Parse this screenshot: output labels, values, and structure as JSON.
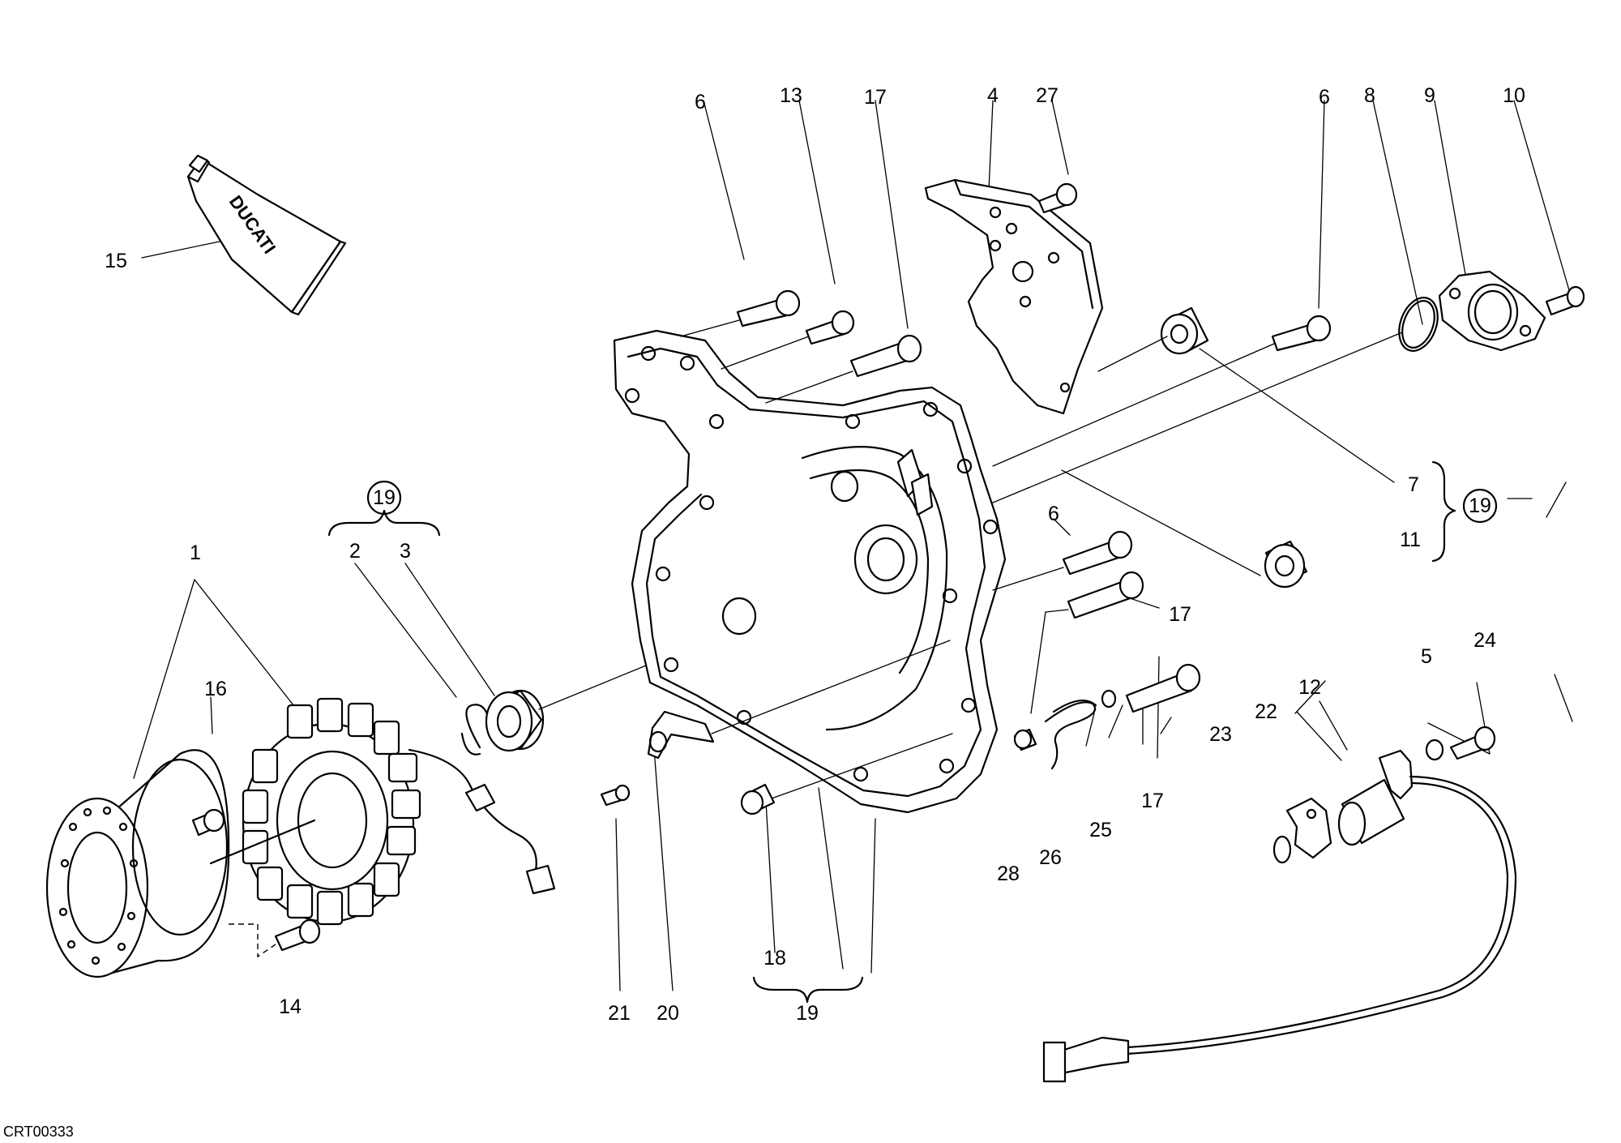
{
  "drawing_code": "CRT00333",
  "logo_text": "DUCATI",
  "callouts": [
    {
      "id": "c1",
      "label": "1"
    },
    {
      "id": "c2",
      "label": "2"
    },
    {
      "id": "c3",
      "label": "3"
    },
    {
      "id": "c4",
      "label": "4"
    },
    {
      "id": "c5",
      "label": "5"
    },
    {
      "id": "c6a",
      "label": "6"
    },
    {
      "id": "c6b",
      "label": "6"
    },
    {
      "id": "c6c",
      "label": "6"
    },
    {
      "id": "c7",
      "label": "7"
    },
    {
      "id": "c8",
      "label": "8"
    },
    {
      "id": "c9",
      "label": "9"
    },
    {
      "id": "c10",
      "label": "10"
    },
    {
      "id": "c11",
      "label": "11"
    },
    {
      "id": "c12",
      "label": "12"
    },
    {
      "id": "c13",
      "label": "13"
    },
    {
      "id": "c14",
      "label": "14"
    },
    {
      "id": "c15",
      "label": "15"
    },
    {
      "id": "c16",
      "label": "16"
    },
    {
      "id": "c17a",
      "label": "17"
    },
    {
      "id": "c17b",
      "label": "17"
    },
    {
      "id": "c17c",
      "label": "17"
    },
    {
      "id": "c18",
      "label": "18"
    },
    {
      "id": "c19a",
      "label": "19"
    },
    {
      "id": "c19b",
      "label": "19"
    },
    {
      "id": "c19c",
      "label": "19"
    },
    {
      "id": "c19d",
      "label": "19"
    },
    {
      "id": "c20",
      "label": "20"
    },
    {
      "id": "c21",
      "label": "21"
    },
    {
      "id": "c22",
      "label": "22"
    },
    {
      "id": "c23",
      "label": "23"
    },
    {
      "id": "c24",
      "label": "24"
    },
    {
      "id": "c25",
      "label": "25"
    },
    {
      "id": "c26",
      "label": "26"
    },
    {
      "id": "c27",
      "label": "27"
    },
    {
      "id": "c28",
      "label": "28"
    }
  ]
}
